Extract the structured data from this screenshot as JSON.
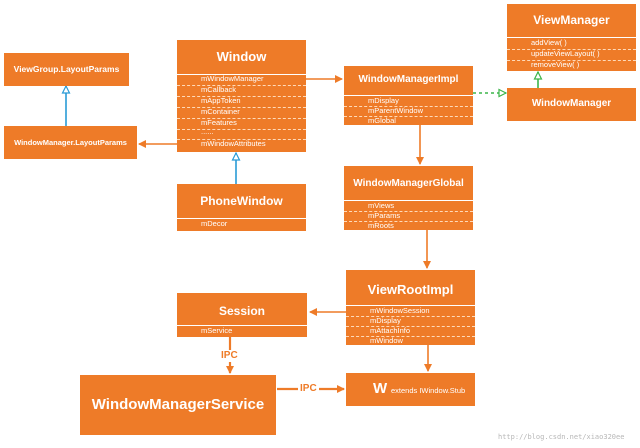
{
  "nodes": {
    "window": {
      "title": "Window",
      "fields": [
        "mWindowManager",
        "mCallback",
        "mAppToken",
        "mContainer",
        "mFeatures",
        "......",
        "mWindowAttributes"
      ]
    },
    "viewgroup_lp": {
      "title": "ViewGroup.LayoutParams"
    },
    "windowmanager_lp": {
      "title": "WindowManager.LayoutParams"
    },
    "phonewindow": {
      "title": "PhoneWindow",
      "fields": [
        "mDecor"
      ]
    },
    "wmimpl": {
      "title": "WindowManagerImpl",
      "fields": [
        "mDisplay",
        "mParentWindow",
        "mGlobal"
      ]
    },
    "viewmanager": {
      "title": "ViewManager",
      "fields": [
        "addView( )",
        "updateViewLayout( )",
        "removeView( )"
      ]
    },
    "windowmanager": {
      "title": "WindowManager"
    },
    "wmglobal": {
      "title": "WindowManagerGlobal",
      "fields": [
        "mViews",
        "mParams",
        "mRoots"
      ]
    },
    "viewrootimpl": {
      "title": "ViewRootImpl",
      "fields": [
        "mWindowSession",
        "mDisplay",
        "mAttachInfo",
        "mWindow"
      ]
    },
    "session": {
      "title": "Session",
      "fields": [
        "mService"
      ]
    },
    "wms": {
      "title": "WindowManagerService"
    },
    "w": {
      "title": "W",
      "subtitle": "extends IWindow.Stub"
    }
  },
  "edge_labels": {
    "ipc_vertical": "IPC",
    "ipc_horizontal": "IPC"
  },
  "watermark": "http://blog.csdn.net/xiao320ee",
  "colors": {
    "box": "#ee7b28",
    "text": "#ffffff",
    "arrow": "#ee7b28",
    "inherit": "#2a9bd6",
    "implements": "#3cb54a"
  }
}
